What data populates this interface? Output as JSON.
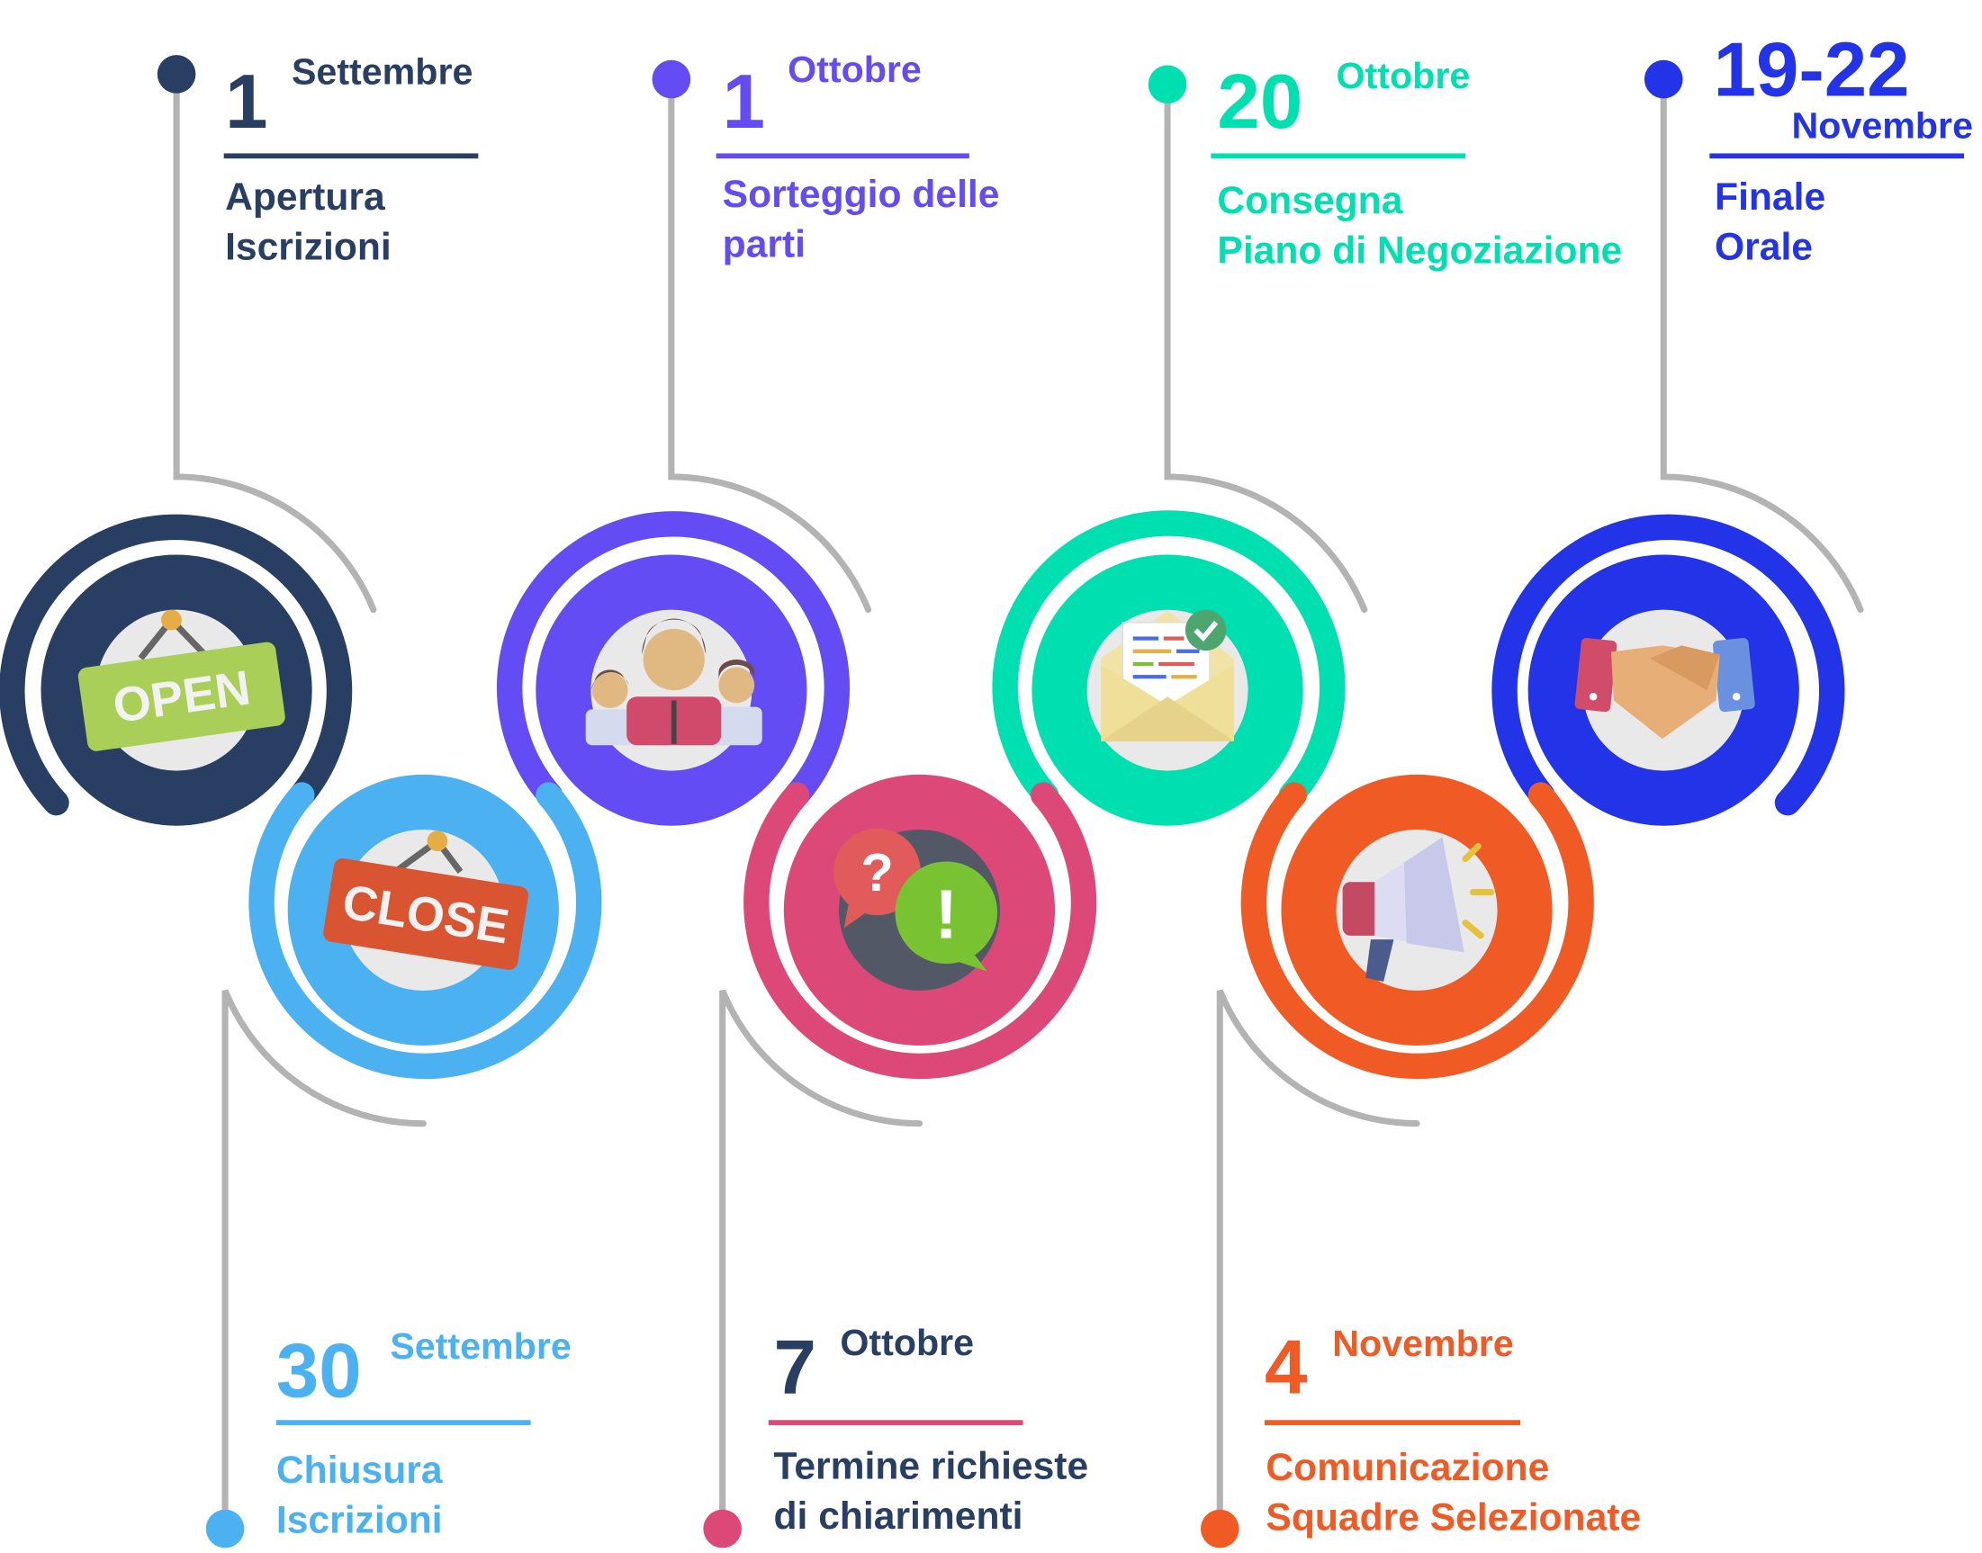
{
  "colors": {
    "navy": "#283f63",
    "sky": "#4bb1f1",
    "purple": "#644cf5",
    "pink": "#dc4878",
    "teal": "#00dfb0",
    "orange": "#f05a24",
    "blue": "#2233e8",
    "connector": "#b3b3b3"
  },
  "milestones": [
    {
      "day": "1",
      "month": "Settembre",
      "line1": "Apertura",
      "line2": "Iscrizioni",
      "icon": "open-sign-icon",
      "sign": "OPEN"
    },
    {
      "day": "30",
      "month": "Settembre",
      "line1": "Chiusura",
      "line2": "Iscrizioni",
      "icon": "close-sign-icon",
      "sign": "CLOSE"
    },
    {
      "day": "1",
      "month": "Ottobre",
      "line1": "Sorteggio delle",
      "line2": "parti",
      "icon": "team-people-icon"
    },
    {
      "day": "7",
      "month": "Ottobre",
      "line1": "Termine richieste",
      "line2": "di chiarimenti",
      "icon": "question-exclamation-icon",
      "q": "?",
      "e": "!"
    },
    {
      "day": "20",
      "month": "Ottobre",
      "line1": "Consegna",
      "line2": "Piano di Negoziazione",
      "icon": "envelope-check-icon"
    },
    {
      "day": "4",
      "month": "Novembre",
      "line1": "Comunicazione",
      "line2": "Squadre Selezionate",
      "icon": "megaphone-icon"
    },
    {
      "day": "19-22",
      "month": "Novembre",
      "line1": "Finale",
      "line2": "Orale",
      "icon": "handshake-icon"
    }
  ]
}
